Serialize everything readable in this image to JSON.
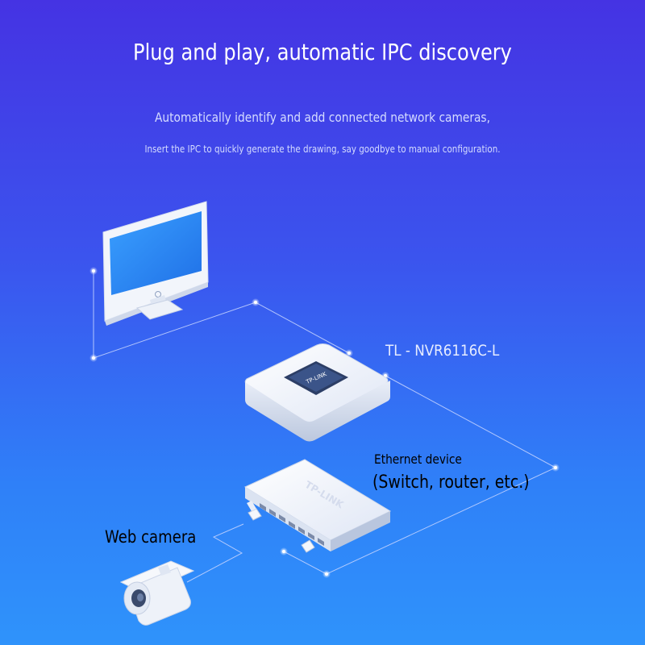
{
  "header": {
    "title": "Plug and play, automatic IPC discovery",
    "subtitle_line1": "Automatically identify and add connected network cameras,",
    "subtitle_line2": "Insert the IPC to quickly generate the drawing, say goodbye to manual configuration."
  },
  "devices": {
    "monitor_icon": "monitor-icon",
    "nvr": {
      "model": "TL - NVR6116C-L",
      "logo_text": "TP-LINK",
      "icon": "nvr-box-icon"
    },
    "switch": {
      "label": "Ethernet device",
      "sublabel": "(Switch, router, etc.)",
      "logo_text": "TP-LINK",
      "icon": "switch-icon"
    },
    "camera": {
      "label": "Web camera",
      "icon": "bullet-camera-icon"
    }
  },
  "colors": {
    "background_top": "#4533e3",
    "background_bottom": "#2f93fb",
    "device_white": "#ffffff",
    "screen_blue": "#2a86f0",
    "connector_line": "#c9d6ff"
  }
}
